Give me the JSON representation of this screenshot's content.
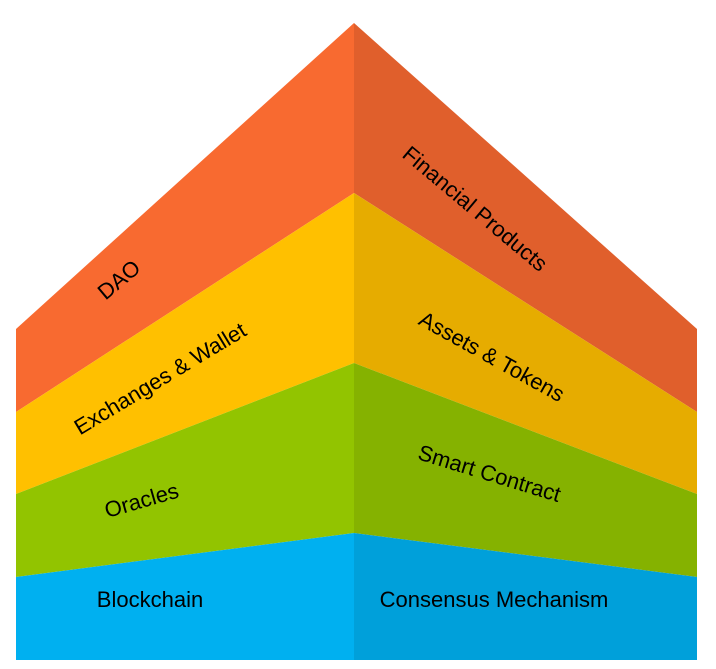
{
  "layers": [
    {
      "id": "blockchain",
      "left_label": "Blockchain",
      "right_label": "Consensus Mechanism",
      "left_color": "#00b0f0",
      "right_color": "#00a0da"
    },
    {
      "id": "green",
      "left_label": "Oracles",
      "right_label": "Smart Contract",
      "left_color": "#92c400",
      "right_color": "#85b200"
    },
    {
      "id": "yellow",
      "left_label": "Exchanges & Wallet",
      "right_label": "Assets & Tokens",
      "left_color": "#ffc000",
      "right_color": "#e6ac00"
    },
    {
      "id": "orange",
      "left_label": "DAO",
      "right_label": "Financial Products",
      "left_color": "#f86a30",
      "right_color": "#e05f2c"
    }
  ]
}
